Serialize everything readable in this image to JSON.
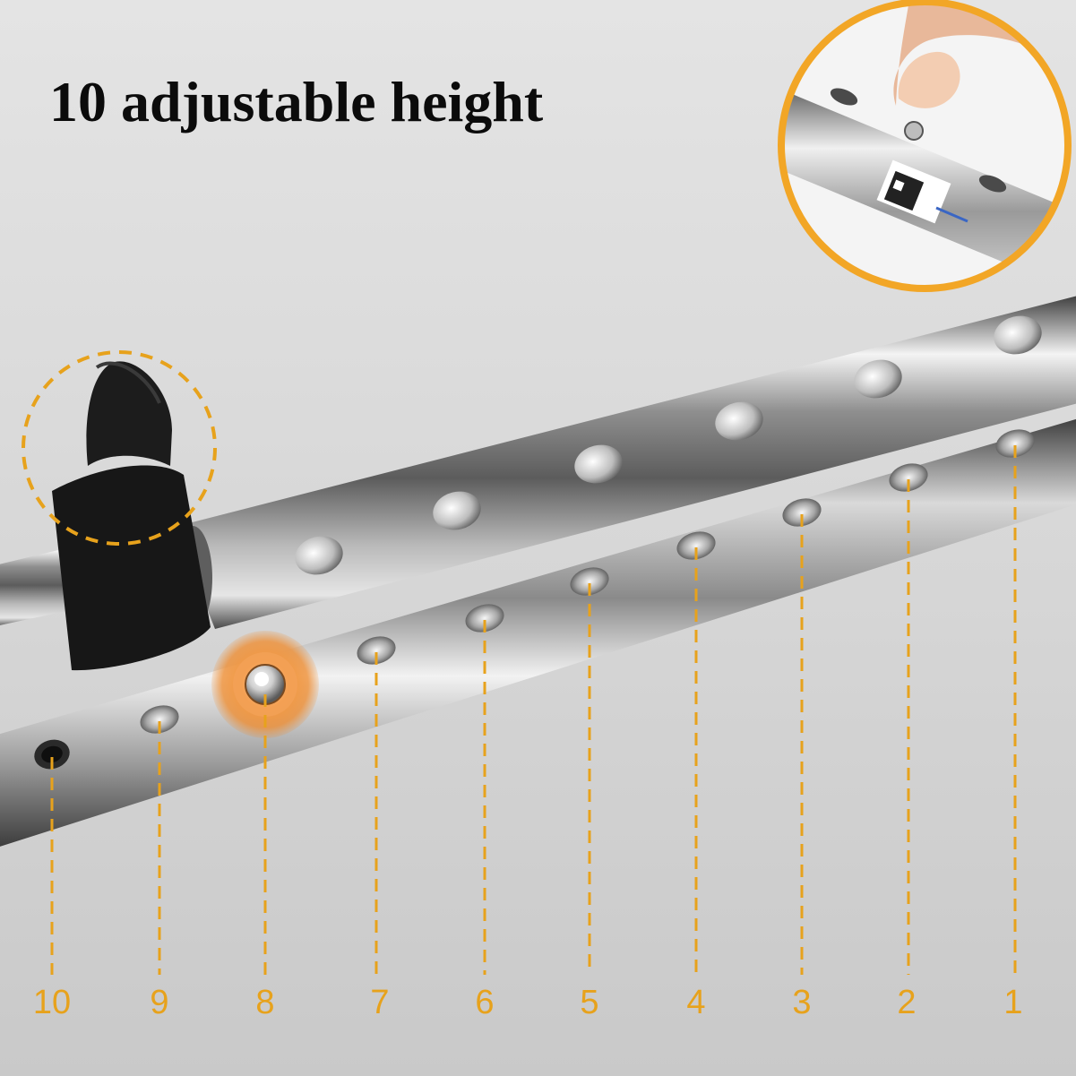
{
  "headline": "10 adjustable height",
  "colors": {
    "accent": "#e7a21c",
    "highlight": "#f08a2a",
    "inset_border": "#f2a626",
    "text": "#0b0b0b"
  },
  "positions": {
    "labels": [
      "10",
      "9",
      "8",
      "7",
      "6",
      "5",
      "4",
      "3",
      "2",
      "1"
    ],
    "selected": "8"
  },
  "icons": [
    "height-adjustment-clip-icon",
    "push-button-pin-icon",
    "finger-press-inset-icon"
  ]
}
